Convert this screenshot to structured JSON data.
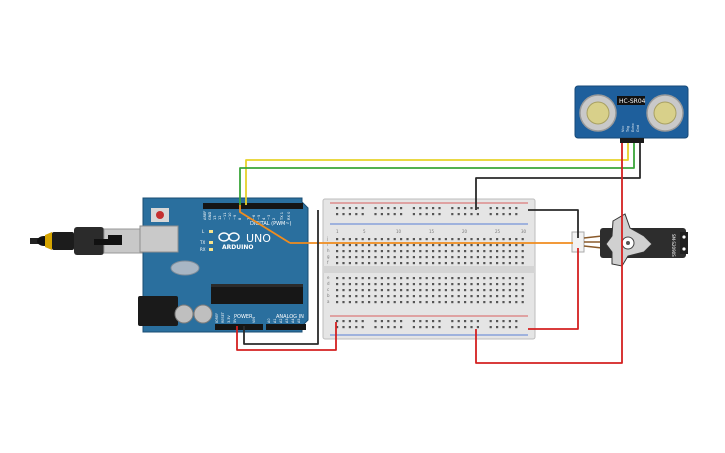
{
  "canvas": {
    "background": "#ffffff"
  },
  "arduino": {
    "logo_text": "ARDUINO",
    "model_text": "UNO",
    "digital_label": "DIGITAL (PWM~)",
    "power_label": "POWER",
    "analog_label": "ANALOG IN",
    "board_color": "#2a6f9e",
    "pin_labels": {
      "aref": "AREF",
      "gnd": "GND",
      "d13": "13",
      "d12": "12",
      "d11": "~11",
      "d10": "~10",
      "d9": "~9",
      "d8": "8",
      "d7": "7",
      "d6": "~6",
      "d5": "~5",
      "d4": "4",
      "d3": "~3",
      "d2": "2",
      "tx": "TX 1",
      "rx": "RX 0",
      "ioref": "IOREF",
      "reset": "RESET",
      "v33": "3.3V",
      "v5": "5V",
      "vin": "VIN",
      "a0": "A0",
      "a1": "A1",
      "a2": "A2",
      "a3": "A3",
      "a4": "A4",
      "a5": "A5"
    },
    "led_labels": {
      "l": "L",
      "tx": "TX",
      "rx": "RX"
    }
  },
  "breadboard": {
    "column_numbers": [
      "1",
      "5",
      "10",
      "15",
      "20",
      "25",
      "30"
    ],
    "row_letters_top": [
      "j",
      "i",
      "h",
      "g",
      "f"
    ],
    "row_letters_bottom": [
      "e",
      "d",
      "c",
      "b",
      "a"
    ]
  },
  "sensor": {
    "label": "HC-SR04",
    "pins": [
      "Vcc",
      "Trig",
      "Echo",
      "Gnd"
    ],
    "board_color": "#1e5f9c"
  },
  "servo": {
    "label": "SM-S2090S"
  },
  "wire_colors": {
    "yellow": "#e6d22a",
    "green": "#3aa63a",
    "orange": "#f08c1e",
    "black": "#2a2a2a",
    "red": "#d42020"
  }
}
